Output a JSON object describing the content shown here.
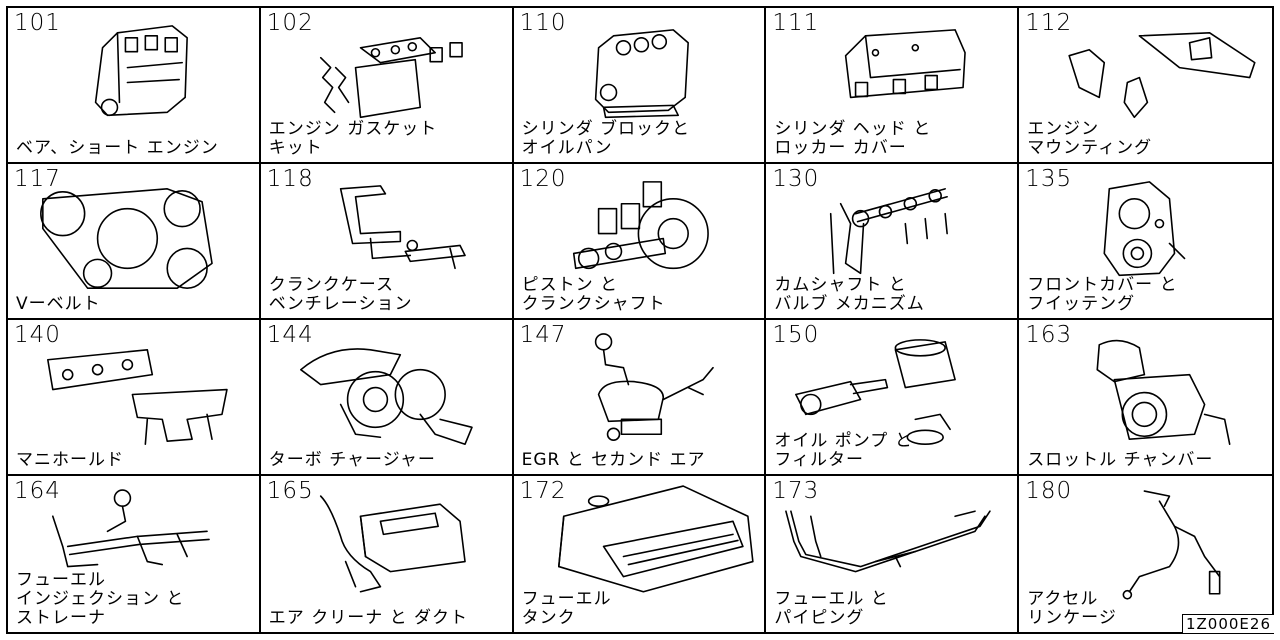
{
  "diagram_ref": "1Z000E26",
  "cells": [
    {
      "code": "101",
      "name": "ベア、ショート エンジン",
      "icon": "engine-block-icon"
    },
    {
      "code": "102",
      "name": "エンジン ガスケット\nキット",
      "icon": "gasket-kit-icon"
    },
    {
      "code": "110",
      "name": "シリンダ ブロックと\nオイルパン",
      "icon": "cylinder-block-icon"
    },
    {
      "code": "111",
      "name": "シリンダ ヘッド と\nロッカー カバー",
      "icon": "cylinder-head-icon"
    },
    {
      "code": "112",
      "name": "エンジン\nマウンティング",
      "icon": "engine-mount-icon"
    },
    {
      "code": "117",
      "name": "Vーベルト",
      "icon": "v-belt-icon"
    },
    {
      "code": "118",
      "name": "クランクケース\nベンチレーション",
      "icon": "crankcase-hose-icon"
    },
    {
      "code": "120",
      "name": "ピストン と\nクランクシャフト",
      "icon": "piston-crankshaft-icon"
    },
    {
      "code": "130",
      "name": "カムシャフト と\nバルブ メカニズム",
      "icon": "camshaft-icon"
    },
    {
      "code": "135",
      "name": "フロントカバー と\nフイッテング",
      "icon": "front-cover-icon"
    },
    {
      "code": "140",
      "name": "マニホールド",
      "icon": "manifold-icon"
    },
    {
      "code": "144",
      "name": "ターボ チャージャー",
      "icon": "turbocharger-icon"
    },
    {
      "code": "147",
      "name": "EGR と セカンド エア",
      "icon": "egr-valve-icon"
    },
    {
      "code": "150",
      "name": "オイル ポンプ と\nフィルター",
      "icon": "oil-pump-filter-icon"
    },
    {
      "code": "163",
      "name": "スロットル チャンバー",
      "icon": "throttle-chamber-icon"
    },
    {
      "code": "164",
      "name": "フューエル\nインジェクション と\nストレーナ",
      "icon": "fuel-injection-icon"
    },
    {
      "code": "165",
      "name": "エア クリーナ と ダクト",
      "icon": "air-cleaner-icon"
    },
    {
      "code": "172",
      "name": "フューエル\nタンク",
      "icon": "fuel-tank-icon"
    },
    {
      "code": "173",
      "name": "フューエル と\nパイピング",
      "icon": "fuel-piping-icon"
    },
    {
      "code": "180",
      "name": "アクセル\nリンケージ",
      "icon": "accelerator-linkage-icon"
    }
  ]
}
